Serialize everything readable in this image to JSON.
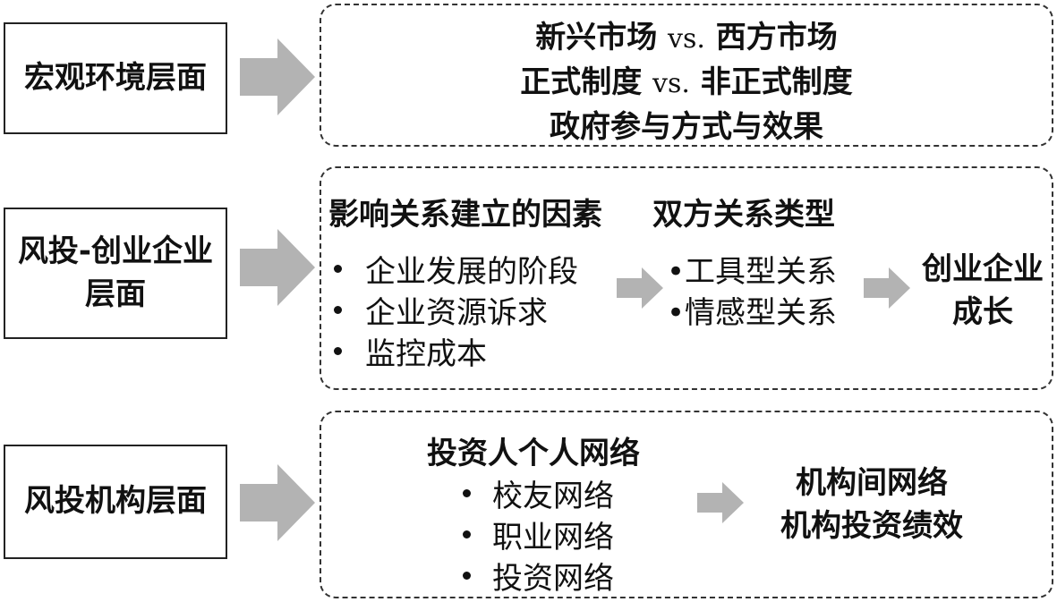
{
  "levels": [
    {
      "lines": [
        "宏观环境层面"
      ]
    },
    {
      "lines": [
        "风投-创业企业",
        "层面"
      ]
    },
    {
      "lines": [
        "风投机构层面"
      ]
    }
  ],
  "macro": {
    "line1_a": "新兴市场",
    "line1_vs": "vs.",
    "line1_b": "西方市场",
    "line2_a": "正式制度",
    "line2_vs": "vs.",
    "line2_b": "非正式制度",
    "line3": "政府参与方式与效果"
  },
  "venture": {
    "heading_left": "影响关系建立的因素",
    "heading_right": "双方关系类型",
    "factors": [
      "企业发展的阶段",
      "企业资源诉求",
      "监控成本"
    ],
    "relation_types": [
      "•工具型关系",
      "•情感型关系"
    ],
    "outcome": [
      "创业企业",
      "成长"
    ]
  },
  "institution": {
    "heading": "投资人个人网络",
    "networks": [
      "校友网络",
      "职业网络",
      "投资网络"
    ],
    "outcome": [
      "机构间网络",
      "机构投资绩效"
    ]
  },
  "colors": {
    "arrow": "#b3b3b3",
    "border": "#222222"
  }
}
